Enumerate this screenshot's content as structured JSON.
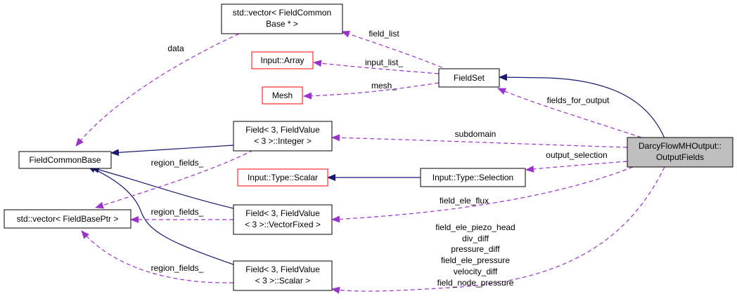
{
  "colors": {
    "inheritance_edge": "#191970",
    "usage_edge": "#9a32cd",
    "node_border": "#000000",
    "undocumented_border": "#ff0000",
    "highlight_fill": "#bfbfbf",
    "node_fill": "#ffffff"
  },
  "nodes": {
    "vector_fcb": {
      "lines": [
        "std::vector< FieldCommon",
        "Base * >"
      ]
    },
    "input_array": {
      "lines": [
        "Input::Array"
      ]
    },
    "mesh": {
      "lines": [
        "Mesh"
      ]
    },
    "fieldset": {
      "lines": [
        "FieldSet"
      ]
    },
    "field_integer": {
      "lines": [
        "Field< 3, FieldValue",
        "< 3 >::Integer >"
      ]
    },
    "fieldcommonbase": {
      "lines": [
        "FieldCommonBase"
      ]
    },
    "input_type_scalar": {
      "lines": [
        "Input::Type::Scalar"
      ]
    },
    "input_type_selection": {
      "lines": [
        "Input::Type::Selection"
      ]
    },
    "darcy": {
      "lines": [
        "DarcyFlowMHOutput::",
        "OutputFields"
      ]
    },
    "vector_fbp": {
      "lines": [
        "std::vector< FieldBasePtr >"
      ]
    },
    "field_vectorfixed": {
      "lines": [
        "Field< 3, FieldValue",
        "< 3 >::VectorFixed >"
      ]
    },
    "field_scalar": {
      "lines": [
        "Field< 3, FieldValue",
        "< 3 >::Scalar >"
      ]
    }
  },
  "edge_labels": {
    "data": "data",
    "field_list": "field_list",
    "input_list": "input_list_",
    "mesh": "mesh_",
    "fields_for_output": "fields_for_output",
    "subdomain": "subdomain",
    "output_selection": "output_selection",
    "region_fields_1": "region_fields_",
    "region_fields_2": "region_fields_",
    "region_fields_3": "region_fields_",
    "field_ele_flux": "field_ele_flux",
    "scalar_fields": [
      "field_ele_piezo_head",
      "div_diff",
      "pressure_diff",
      "field_ele_pressure",
      "velocity_diff",
      "field_node_pressure"
    ]
  }
}
